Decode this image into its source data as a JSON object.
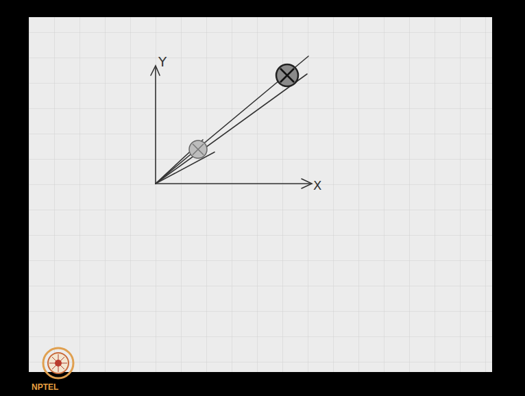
{
  "diagram": {
    "labels": [
      "Y",
      "X",
      "NPTEL"
    ]
  }
}
